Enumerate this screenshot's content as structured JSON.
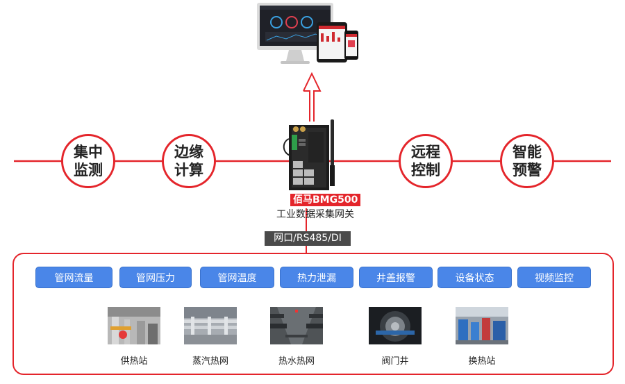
{
  "colors": {
    "accent": "#e4252b",
    "pill": "#4a86e8",
    "port_bg": "#4a4a4a"
  },
  "functions": [
    {
      "label": "集中监测"
    },
    {
      "label": "边缘计算"
    },
    {
      "label": "远程控制"
    },
    {
      "label": "智能预警"
    }
  ],
  "gateway": {
    "model": "佰马BMG500",
    "subtitle": "工业数据采集网关",
    "ports": "网口/RS485/DI"
  },
  "monitors": [
    {
      "label": "管网流量"
    },
    {
      "label": "管网压力"
    },
    {
      "label": "管网温度"
    },
    {
      "label": "热力泄漏"
    },
    {
      "label": "井盖报警"
    },
    {
      "label": "设备状态"
    },
    {
      "label": "视频监控"
    }
  ],
  "sites": [
    {
      "label": "供热站"
    },
    {
      "label": "蒸汽热网"
    },
    {
      "label": "热水热网"
    },
    {
      "label": "阀门井"
    },
    {
      "label": "换热站"
    }
  ]
}
